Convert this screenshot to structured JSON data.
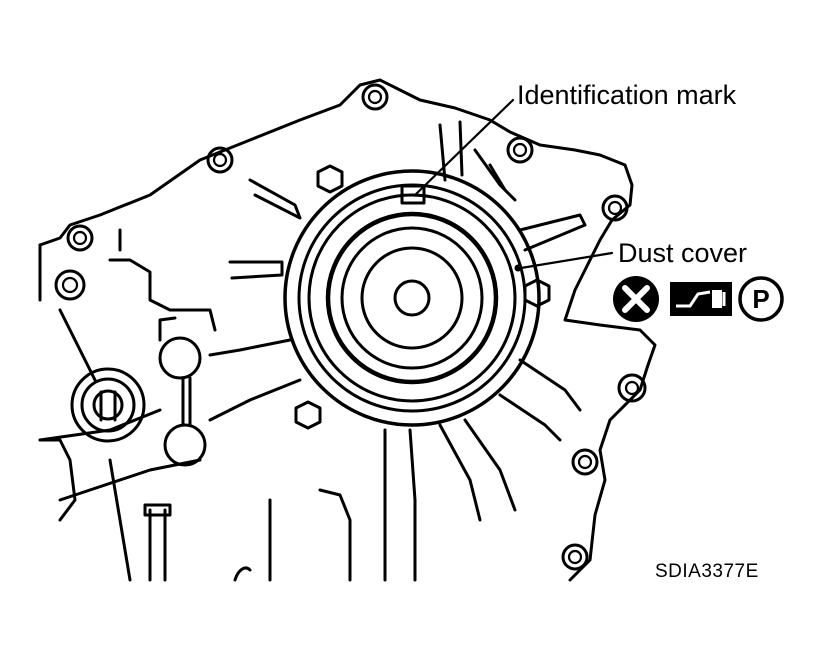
{
  "labels": {
    "identification_mark": "Identification mark",
    "dust_cover": "Dust cover",
    "figure_code": "SDIA3377E"
  },
  "symbols": [
    {
      "name": "do-not-reuse-icon"
    },
    {
      "name": "seal-install-tool-icon"
    },
    {
      "name": "parking-p-icon",
      "text": "P"
    }
  ],
  "colors": {
    "line": "#000000",
    "background": "#ffffff"
  }
}
